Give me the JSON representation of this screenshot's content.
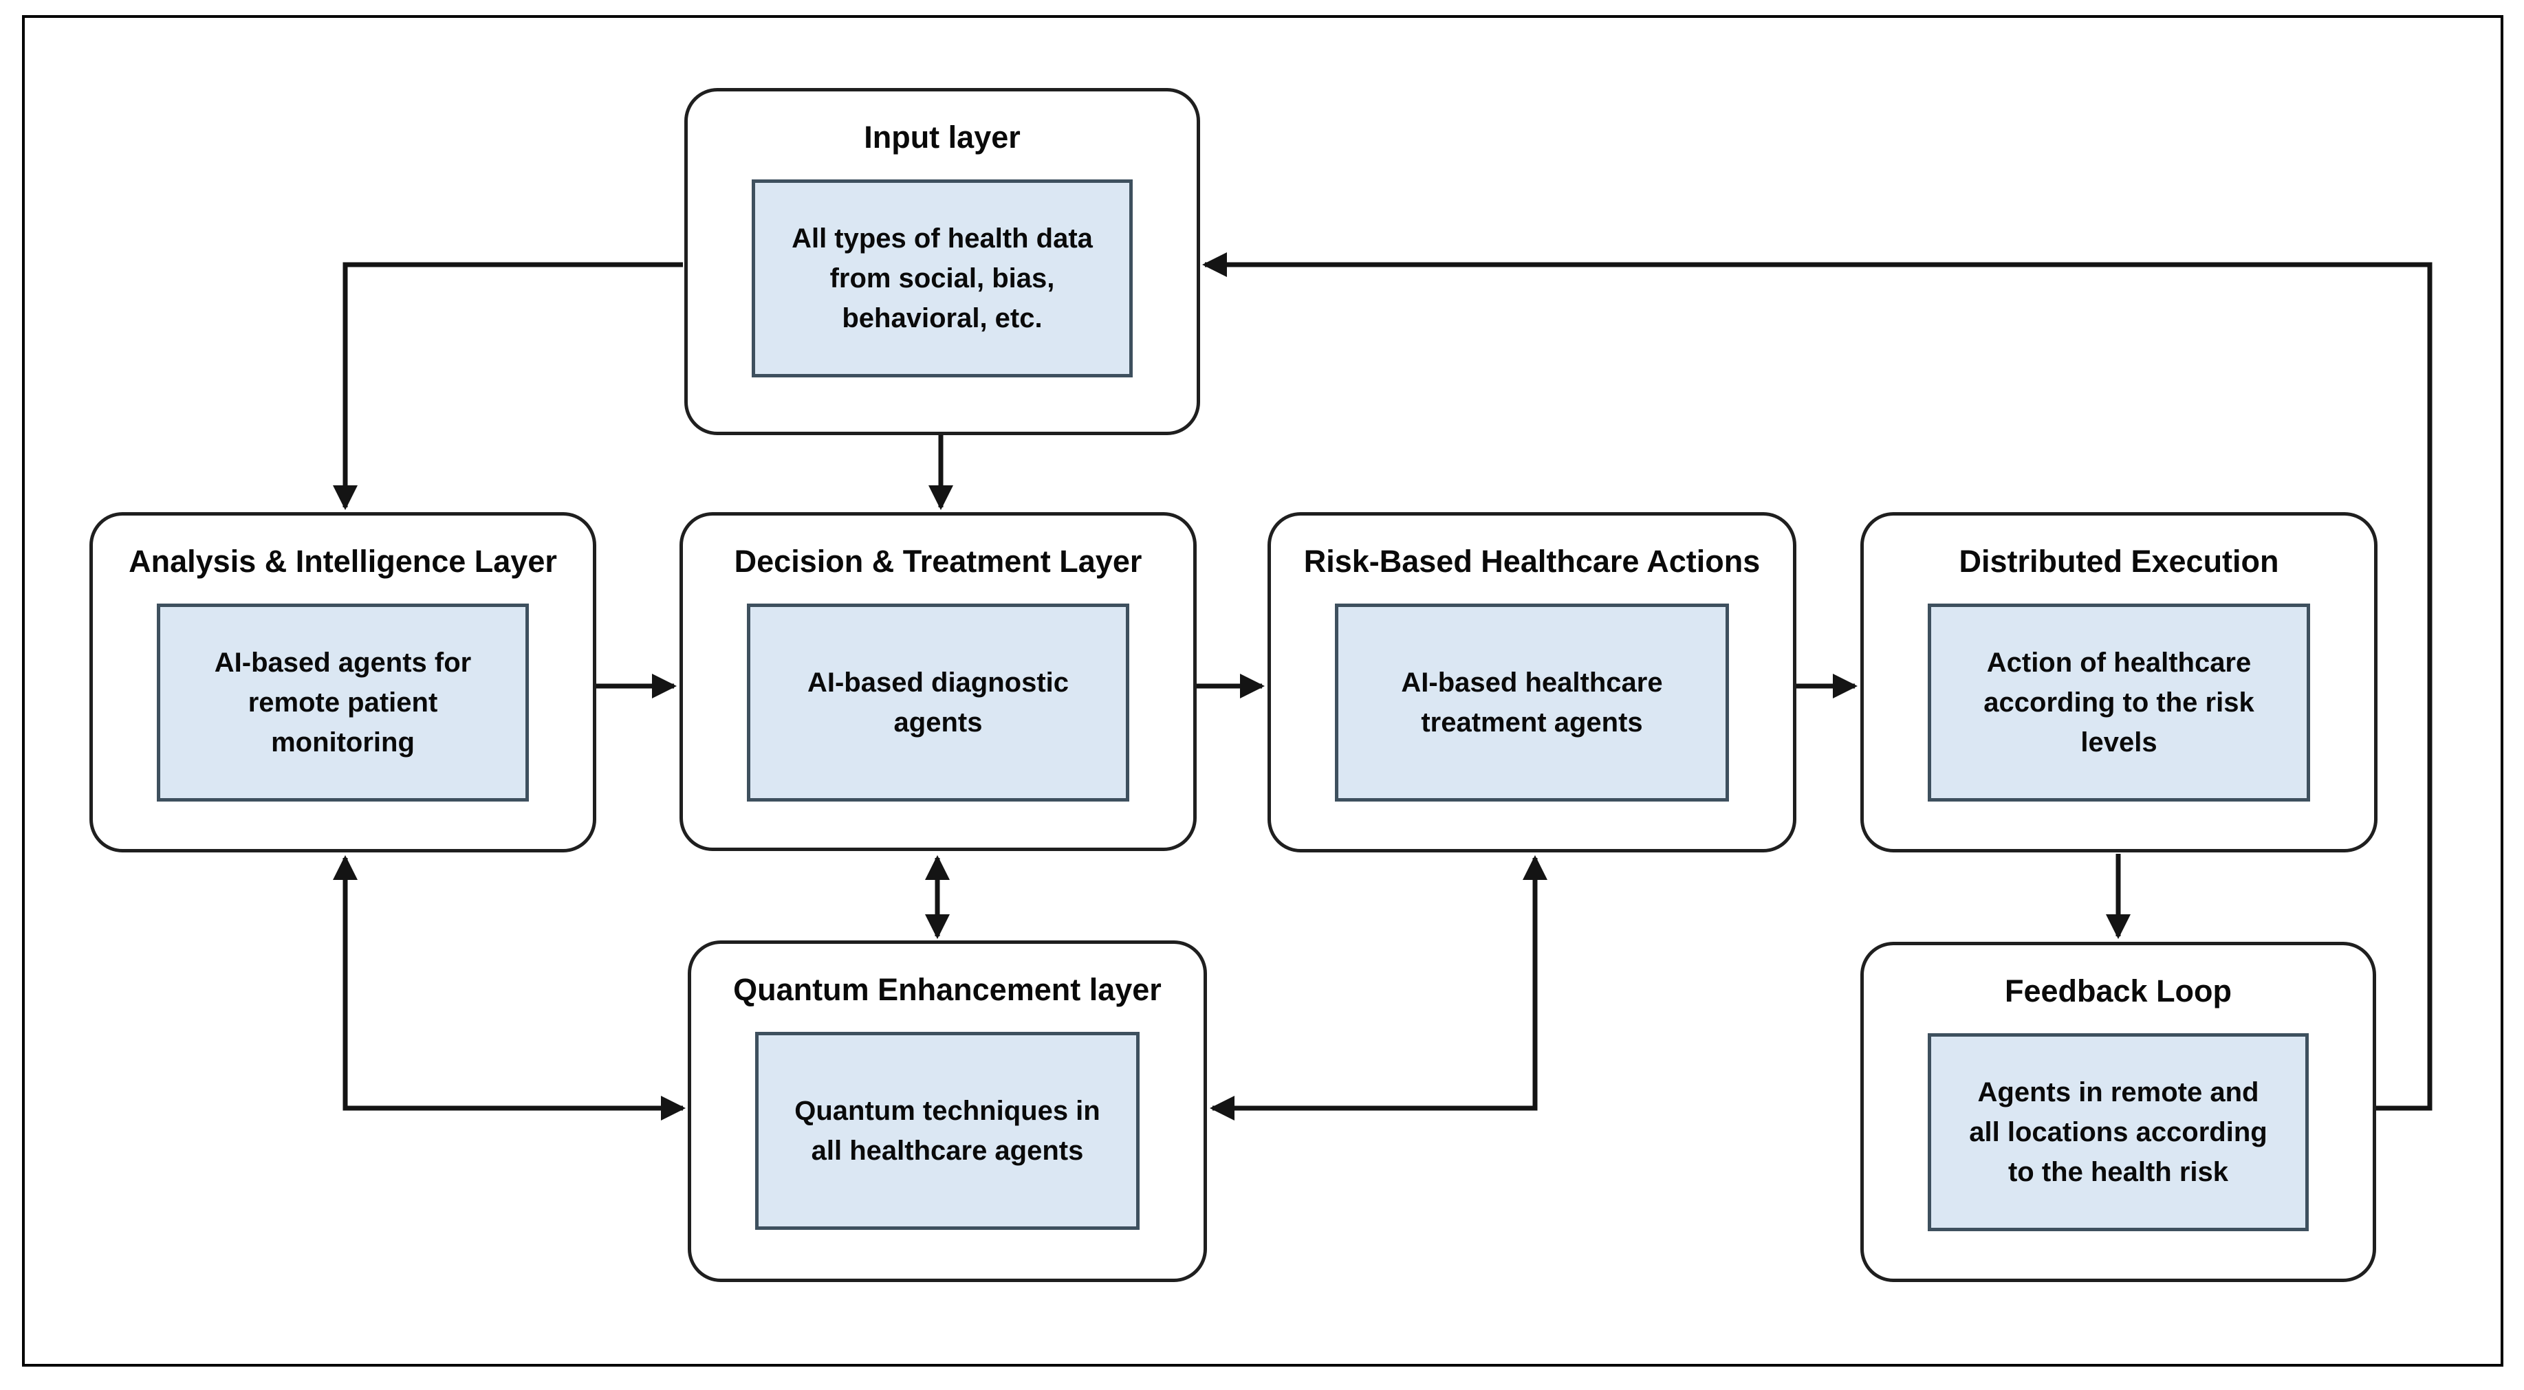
{
  "diagram": {
    "nodes": {
      "input": {
        "title": "Input layer",
        "body": "All types of health data\nfrom social, bias,\nbehavioral, etc."
      },
      "analysis": {
        "title": "Analysis & Intelligence Layer",
        "body": "AI-based agents for\nremote patient\nmonitoring"
      },
      "decision": {
        "title": "Decision & Treatment Layer",
        "body": "AI-based diagnostic\nagents"
      },
      "risk": {
        "title": "Risk-Based Healthcare Actions",
        "body": "AI-based healthcare\ntreatment agents"
      },
      "distributed": {
        "title": "Distributed Execution",
        "body": "Action of healthcare\naccording to the risk\nlevels"
      },
      "quantum": {
        "title": "Quantum Enhancement layer",
        "body": "Quantum techniques in\nall healthcare agents"
      },
      "feedback": {
        "title": "Feedback Loop",
        "body": "Agents in remote and\nall locations according\nto the health risk"
      }
    },
    "edges": [
      {
        "from": "Input layer",
        "to": "Decision & Treatment Layer",
        "type": "arrow"
      },
      {
        "from": "Input layer",
        "to": "Analysis & Intelligence Layer",
        "type": "arrow"
      },
      {
        "from": "Analysis & Intelligence Layer",
        "to": "Decision & Treatment Layer",
        "type": "arrow"
      },
      {
        "from": "Decision & Treatment Layer",
        "to": "Risk-Based Healthcare Actions",
        "type": "arrow"
      },
      {
        "from": "Risk-Based Healthcare Actions",
        "to": "Distributed Execution",
        "type": "arrow"
      },
      {
        "from": "Distributed Execution",
        "to": "Feedback Loop",
        "type": "arrow"
      },
      {
        "from": "Decision & Treatment Layer",
        "to": "Quantum Enhancement layer",
        "type": "double-arrow"
      },
      {
        "from": "Analysis & Intelligence Layer",
        "to": "Quantum Enhancement layer",
        "type": "double-arrow"
      },
      {
        "from": "Risk-Based Healthcare Actions",
        "to": "Quantum Enhancement layer",
        "type": "double-arrow"
      },
      {
        "from": "Feedback Loop",
        "to": "Input layer",
        "type": "arrow"
      }
    ],
    "colors": {
      "canvas_bg": "#ffffff",
      "frame_border": "#000000",
      "node_fill": "#ffffff",
      "node_border": "#1f1f1f",
      "inner_fill": "#dbe7f3",
      "inner_border": "#3e505e",
      "line_color": "#141414",
      "text_color": "#0a0a0a"
    }
  }
}
